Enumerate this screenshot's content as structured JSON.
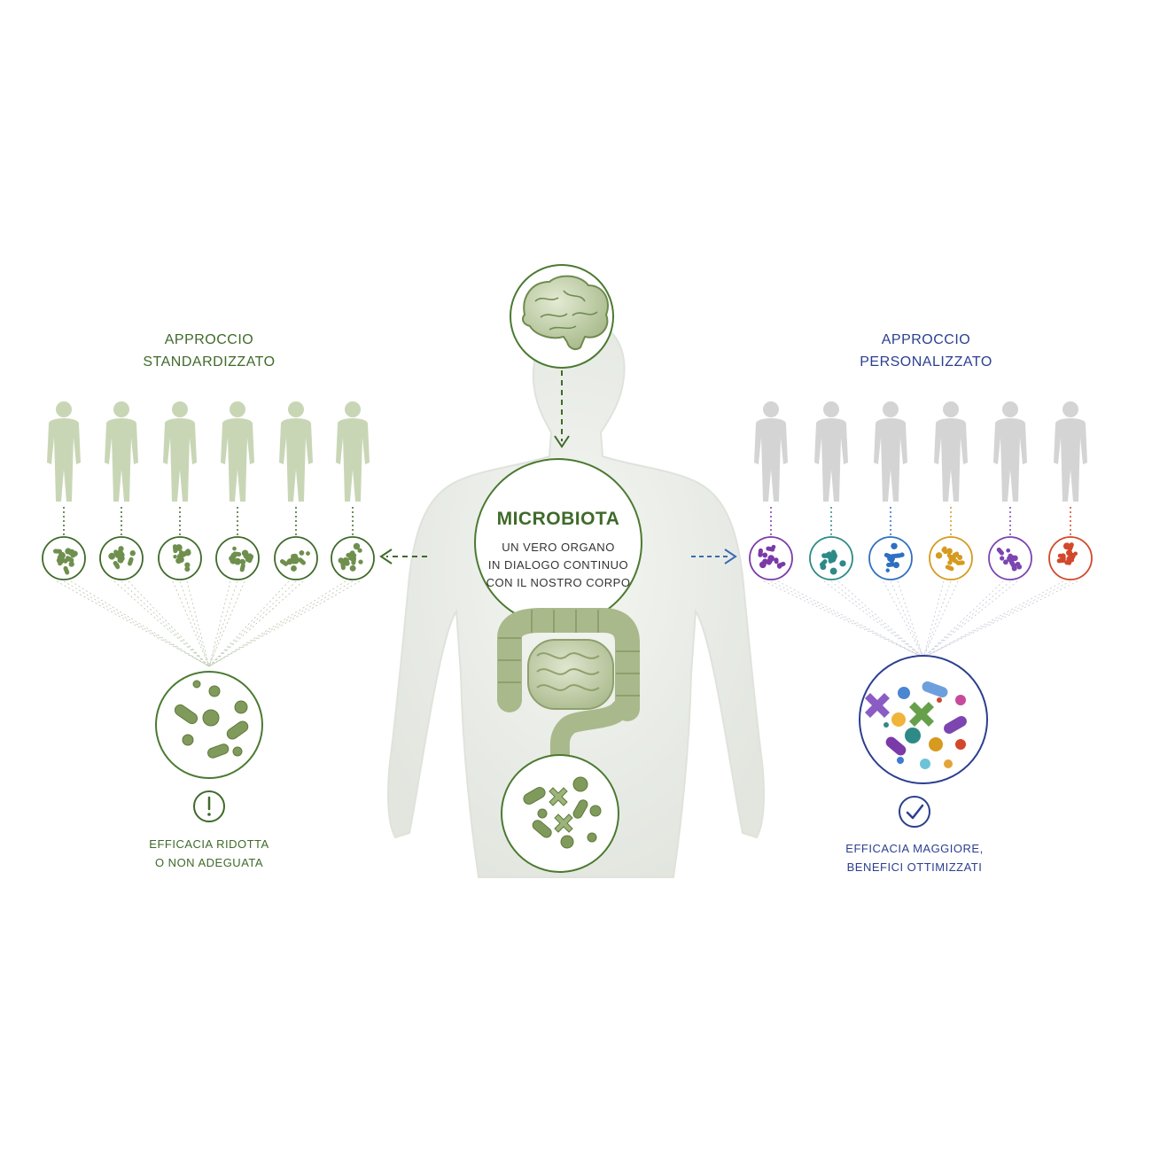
{
  "colors": {
    "green_dark": "#3f6a2a",
    "green_mid": "#6f8f4e",
    "green_light": "#c9d6b6",
    "blue_dark": "#2b3f8f",
    "blue_arrow": "#3a6ab3",
    "grey_silhouette": "#d4d4d4",
    "body_glow": "#e9ece6",
    "strain_colors": [
      "#7a3aa8",
      "#2d8a86",
      "#2f6fc2",
      "#d69a1e",
      "#7c45b0",
      "#d2482a"
    ]
  },
  "left": {
    "title_line1": "APPROCCIO",
    "title_line2": "STANDARDIZZATO",
    "outcome_icon": "exclamation-icon",
    "outcome_line1": "EFFICACIA RIDOTTA",
    "outcome_line2": "O NON ADEGUATA"
  },
  "center": {
    "title": "MICROBIOTA",
    "subtitle_line1": "UN VERO ORGANO",
    "subtitle_line2": "IN DIALOGO CONTINUO",
    "subtitle_line3": "CON IL NOSTRO CORPO",
    "brain_icon": "brain-icon",
    "intestine_icon": "intestine-icon"
  },
  "right": {
    "title_line1": "APPROCCIO",
    "title_line2": "PERSONALIZZATO",
    "outcome_icon": "checkmark-icon",
    "outcome_line1": "EFFICACIA MAGGIORE,",
    "outcome_line2": "BENEFICI OTTIMIZZATI"
  }
}
